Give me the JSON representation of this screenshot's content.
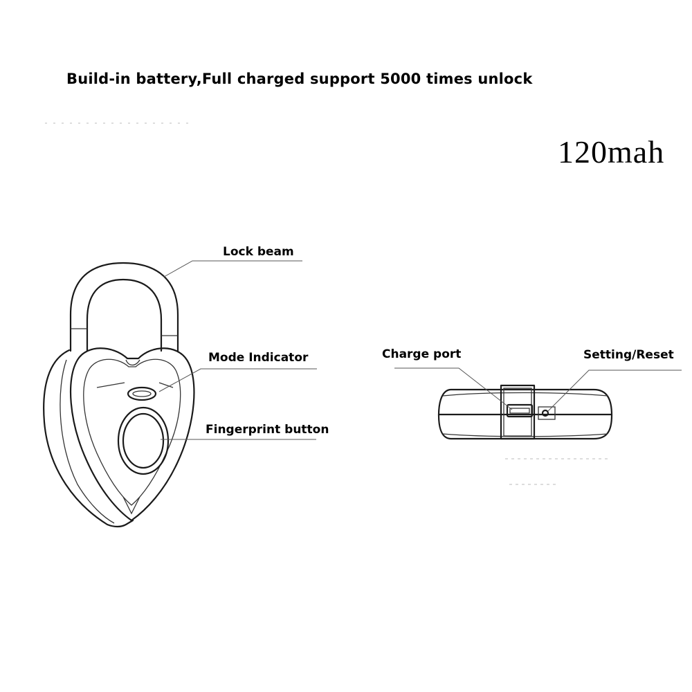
{
  "headline": "Build-in battery,Full charged support 5000 times unlock",
  "capacity": "120mah",
  "callouts": {
    "lock_beam": "Lock beam",
    "mode_indicator": "Mode Indicator",
    "fingerprint_button": "Fingerprint button",
    "charge_port": "Charge port",
    "setting_reset": "Setting/Reset"
  }
}
